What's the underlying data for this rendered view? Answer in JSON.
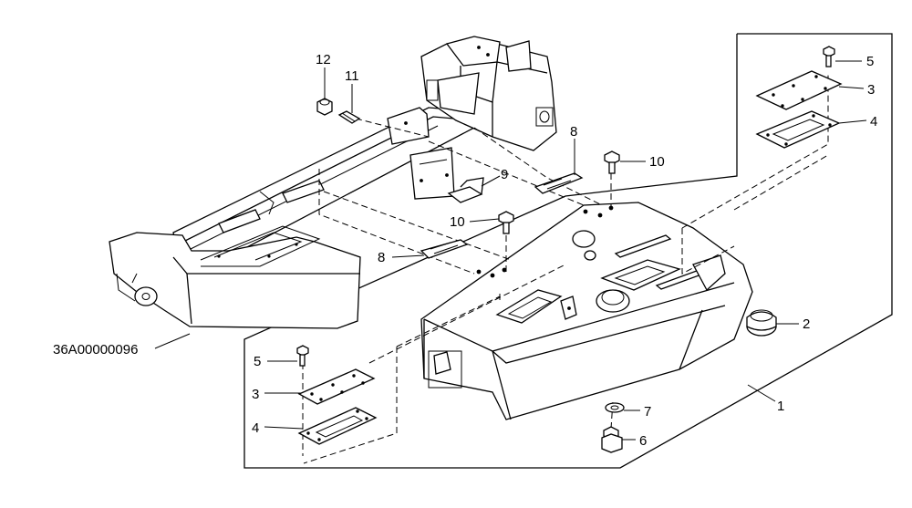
{
  "diagram": {
    "assembly_code": "36A00000096",
    "callouts": {
      "c12": "12",
      "c11": "11",
      "c8a": "8",
      "c8b": "8",
      "c9": "9",
      "c10a": "10",
      "c10b": "10",
      "c5a": "5",
      "c3a": "3",
      "c4a": "4",
      "c5b": "5",
      "c3b": "3",
      "c4b": "4",
      "c2": "2",
      "c7": "7",
      "c6": "6",
      "c1": "1"
    }
  }
}
